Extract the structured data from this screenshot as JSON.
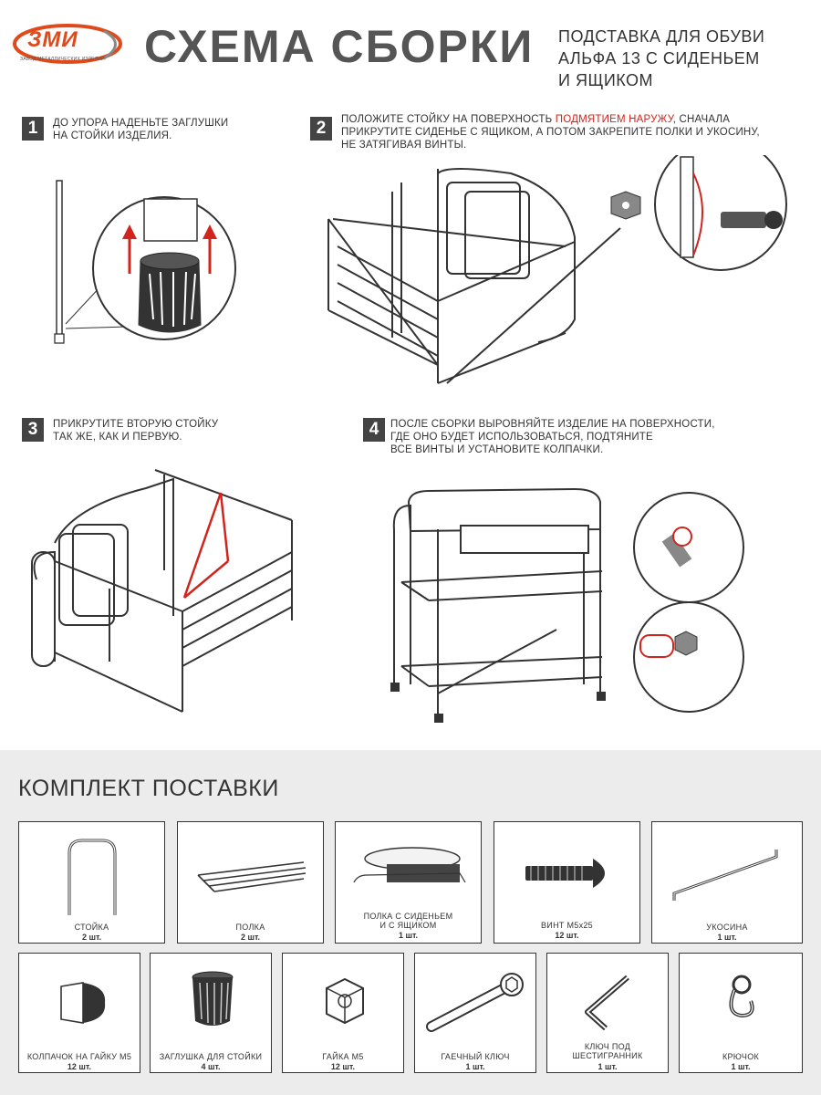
{
  "header": {
    "logo_text": "ЗМИ",
    "logo_subtitle": "ЗАВОД МЕТАЛЛИЧЕСКИХ ИЗДЕЛИЙ",
    "title": "СХЕМА СБОРКИ",
    "product_lines": [
      "ПОДСТАВКА ДЛЯ ОБУВИ",
      "АЛЬФА 13 С СИДЕНЬЕМ",
      "И ЯЩИКОМ"
    ]
  },
  "steps": [
    {
      "num": "1",
      "lines": [
        "ДО УПОРА НАДЕНЬТЕ ЗАГЛУШКИ",
        "НА СТОЙКИ ИЗДЕЛИЯ."
      ]
    },
    {
      "num": "2",
      "line1_a": "ПОЛОЖИТЕ СТОЙКУ НА ПОВЕРХНОСТЬ ",
      "line1_highlight": "ПОДМЯТИЕМ НАРУЖУ",
      "line1_b": ", СНАЧАЛА",
      "line2": "ПРИКРУТИТЕ  СИДЕНЬЕ С ЯЩИКОМ, А ПОТОМ ЗАКРЕПИТЕ  ПОЛКИ И УКОСИНУ,",
      "line3": "НЕ ЗАТЯГИВАЯ ВИНТЫ."
    },
    {
      "num": "3",
      "lines": [
        "ПРИКРУТИТЕ ВТОРУЮ СТОЙКУ",
        "ТАК ЖЕ, КАК И ПЕРВУЮ."
      ]
    },
    {
      "num": "4",
      "lines": [
        "ПОСЛЕ СБОРКИ ВЫРОВНЯЙТЕ ИЗДЕЛИЕ НА ПОВЕРХНОСТИ,",
        "ГДЕ ОНО БУДЕТ ИСПОЛЬЗОВАТЬСЯ, ПОДТЯНИТЕ",
        "ВСЕ ВИНТЫ И УСТАНОВИТЕ КОЛПАЧКИ."
      ]
    }
  ],
  "kit": {
    "title": "КОМПЛЕКТ ПОСТАВКИ",
    "row1": [
      {
        "icon": "rack-frame-icon",
        "label": [
          "СТОЙКА"
        ],
        "qty": "2 шт."
      },
      {
        "icon": "shelf-icon",
        "label": [
          "ПОЛКА"
        ],
        "qty": "2 шт."
      },
      {
        "icon": "seat-shelf-icon",
        "label": [
          "ПОЛКА С СИДЕНЬЕМ",
          "И С ЯЩИКОМ"
        ],
        "qty": "1 шт."
      },
      {
        "icon": "screw-icon",
        "label": [
          "ВИНТ М5х25"
        ],
        "qty": "12 шт."
      },
      {
        "icon": "brace-icon",
        "label": [
          "УКОСИНА"
        ],
        "qty": "1 шт."
      }
    ],
    "row2": [
      {
        "icon": "cap-nut-icon",
        "label": [
          "КОЛПАЧОК НА ГАЙКУ М5"
        ],
        "qty": "12 шт."
      },
      {
        "icon": "leg-plug-icon",
        "label": [
          "ЗАГЛУШКА ДЛЯ СТОЙКИ"
        ],
        "qty": "4 шт."
      },
      {
        "icon": "hex-nut-icon",
        "label": [
          "ГАЙКА М5"
        ],
        "qty": "12 шт."
      },
      {
        "icon": "wrench-icon",
        "label": [
          "ГАЕЧНЫЙ КЛЮЧ"
        ],
        "qty": "1 шт."
      },
      {
        "icon": "hex-key-icon",
        "label": [
          "КЛЮЧ ПОД",
          "ШЕСТИГРАННИК"
        ],
        "qty": "1 шт."
      },
      {
        "icon": "hook-icon",
        "label": [
          "КРЮЧОК"
        ],
        "qty": "1 шт."
      }
    ]
  },
  "colors": {
    "accent": "#d0241c",
    "logo": "#e04a1b",
    "dark": "#444444",
    "panel": "#ececec"
  }
}
